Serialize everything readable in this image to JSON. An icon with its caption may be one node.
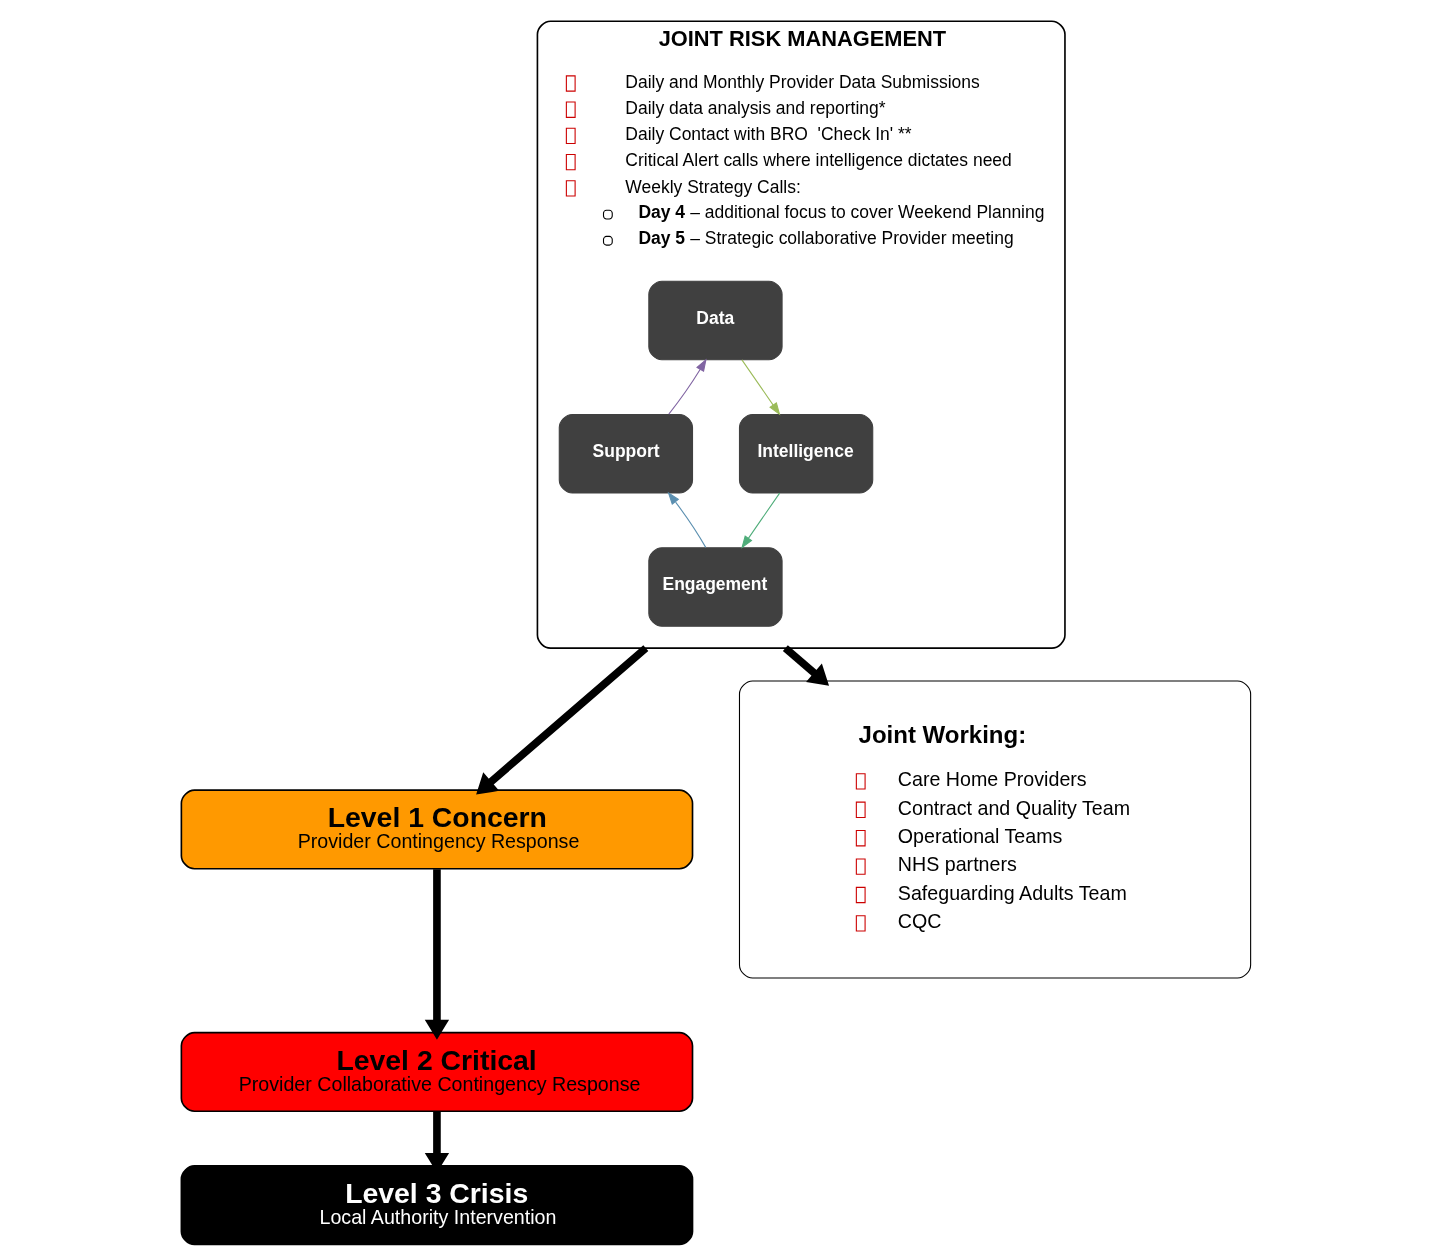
{
  "diagram": {
    "nodes": [
      {
        "text": [
          "JOINT RISK MANAGEMENT",
          "Daily and Monthly Provider Data Submissions",
          "Daily data analysis and reporting*",
          "Daily Contact with BRO  'Check In' **",
          "Critical Alert calls where intelligence dictates need",
          "Weekly Strategy Calls:",
          "**Day 4** – additional focus to cover Weekend Planning",
          "**Day 5** – Strategic collaborative Provider meeting"
        ]
      },
      {
        "text": [
          "Data"
        ],
        "in": 0
      },
      {
        "text": [
          "Intelligence"
        ],
        "in": 0
      },
      {
        "text": [
          "Engagement"
        ],
        "in": 0
      },
      {
        "text": [
          "Support"
        ],
        "in": 0
      },
      {
        "text": [
          "Level 1 Concern",
          "Provider Contingency Response"
        ]
      },
      {
        "text": [
          "Level 2 Critical",
          "Provider Collaborative Contingency Response"
        ]
      },
      {
        "text": [
          "Level 3 Crisis",
          "Local Authority Intervention"
        ]
      },
      {
        "text": [
          "Joint Working:",
          "Care Home Providers",
          "Contract and Quality Team",
          "Operational Teams",
          "NHS partners",
          "Safeguarding Adults Team",
          "CQC"
        ]
      }
    ],
    "edges": [
      {
        "from": 1,
        "to": 2,
        "arrow": "to",
        "color": "#9bbb59"
      },
      {
        "from": 2,
        "to": 3,
        "arrow": "to",
        "color": "#4fad7a"
      },
      {
        "from": 3,
        "to": 4,
        "arrow": "to",
        "color": "#5b8fb0"
      },
      {
        "from": 4,
        "to": 1,
        "arrow": "to",
        "color": "#8064a2"
      },
      {
        "from": 0,
        "to": 5,
        "arrow": "to",
        "style": "thick",
        "color": "#000000"
      },
      {
        "from": 0,
        "to": 8,
        "arrow": "to",
        "style": "thick",
        "color": "#000000"
      },
      {
        "from": 5,
        "to": 6,
        "arrow": "to",
        "style": "thick",
        "color": "#000000"
      },
      {
        "from": 6,
        "to": 7,
        "arrow": "to",
        "style": "thick",
        "color": "#000000"
      }
    ]
  }
}
